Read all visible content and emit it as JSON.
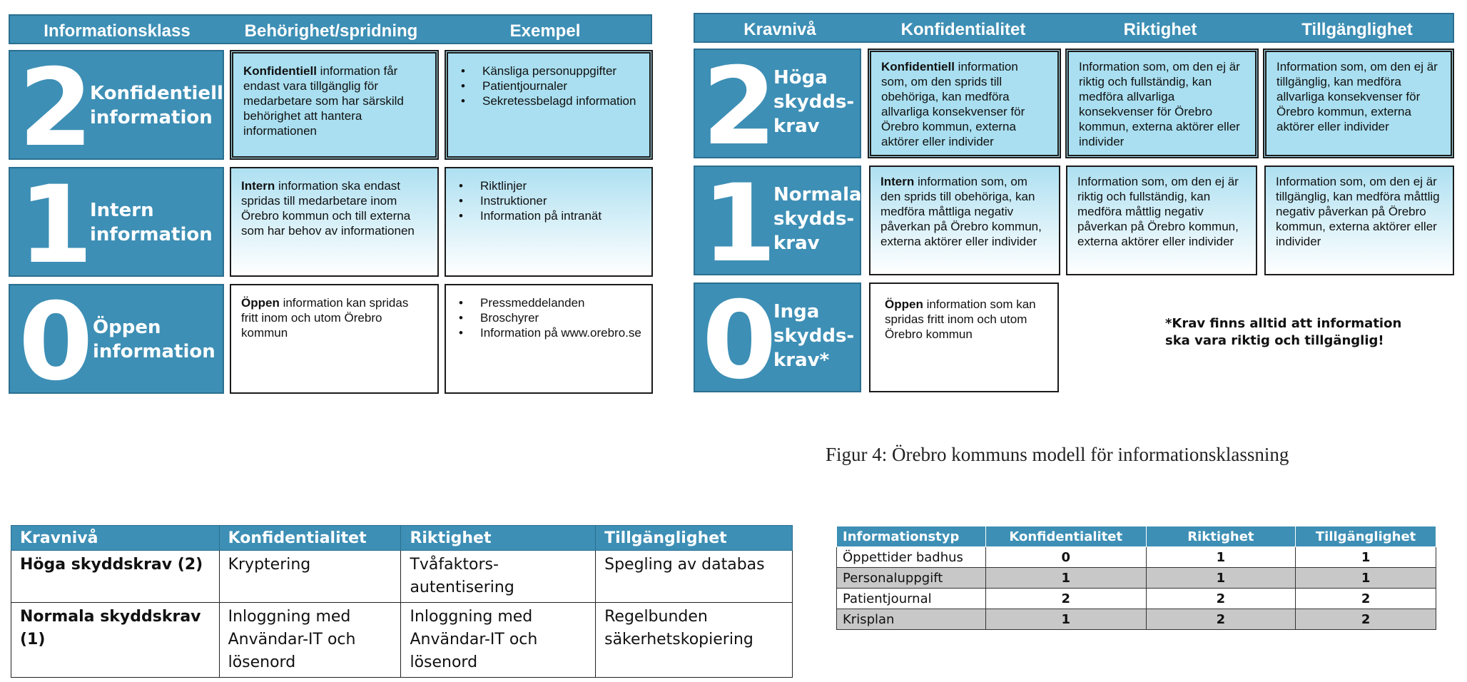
{
  "left_diagram": {
    "headers": [
      "Informationsklass",
      "Behörighet/spridning",
      "Exempel"
    ],
    "rows": [
      {
        "number": "2",
        "label": "Konfidentiell\ninformation",
        "desc_bold": "Konfidentiell",
        "desc_rest": " information får endast vara tillgänglig för medarbetare som har särskild behörighet att hantera informationen",
        "examples": [
          "Känsliga personuppgifter",
          "Patientjournaler",
          "Sekretessbelagd information"
        ]
      },
      {
        "number": "1",
        "label": "Intern\ninformation",
        "desc_bold": "Intern",
        "desc_rest": " information ska endast spridas till medarbetare inom Örebro kommun och till externa som har behov av informationen",
        "examples": [
          "Riktlinjer",
          "Instruktioner",
          "Information på intranät"
        ]
      },
      {
        "number": "0",
        "label": "Öppen\ninformation",
        "desc_bold": "Öppen",
        "desc_rest": " information kan spridas fritt inom och utom Örebro kommun",
        "examples": [
          "Pressmeddelanden",
          "Broschyrer",
          "Information på www.orebro.se"
        ]
      }
    ]
  },
  "right_diagram": {
    "headers": [
      "Kravnivå",
      "Konfidentialitet",
      "Riktighet",
      "Tillgänglighet"
    ],
    "rows": [
      {
        "number": "2",
        "label": "Höga\nskydds-\nkrav",
        "conf_bold": "Konfidentiell",
        "conf_rest": " information som, om den sprids till obehöriga, kan medföra allvarliga konsekvenser för Örebro kommun, externa aktörer eller individer",
        "riktighet": "Information som, om den ej är riktig och fullständig, kan medföra allvarliga konsekvenser för Örebro kommun, externa aktörer eller individer",
        "tillganglighet": "Information som, om den ej är tillgänglig, kan medföra allvarliga konsekvenser för Örebro kommun, externa aktörer eller individer"
      },
      {
        "number": "1",
        "label": "Normala\nskydds-\nkrav",
        "conf_bold": "Intern",
        "conf_rest": " information som, om den sprids till obehöriga, kan medföra måttliga negativ påverkan på Örebro kommun, externa aktörer eller individer",
        "riktighet": "Information som, om den ej är riktig och fullständig, kan medföra måttlig negativ påverkan på Örebro kommun, externa aktörer eller individer",
        "tillganglighet": "Information som, om den ej är tillgänglig, kan medföra måttlig negativ påverkan på Örebro kommun, externa aktörer eller individer"
      },
      {
        "number": "0",
        "label": "Inga\nskydds-\nkrav*",
        "conf_bold": "Öppen",
        "conf_rest": " information som kan spridas fritt inom och utom Örebro kommun"
      }
    ],
    "note_line1": "*Krav finns alltid att information",
    "note_line2": "ska vara riktig och tillgänglig!"
  },
  "caption": "Figur 4: Örebro kommuns modell för informationsklassning",
  "table_measures": {
    "headers": [
      "Kravnivå",
      "Konfidentialitet",
      "Riktighet",
      "Tillgänglighet"
    ],
    "rows": [
      {
        "level": "Höga skyddskrav (2)",
        "konf": [
          "Kryptering"
        ],
        "rikt": [
          "Tvåfaktors-",
          "autentisering"
        ],
        "till": [
          "Spegling av databas"
        ]
      },
      {
        "level": "Normala skyddskrav (1)",
        "konf": [
          "Inloggning med",
          "Användar-IT och",
          "lösenord"
        ],
        "rikt": [
          "Inloggning med",
          "Användar-IT och",
          "lösenord"
        ],
        "till": [
          "Regelbunden",
          "säkerhetskopiering"
        ]
      }
    ]
  },
  "table_types": {
    "headers": [
      "Informationstyp",
      "Konfidentialitet",
      "Riktighet",
      "Tillgänglighet"
    ],
    "rows": [
      {
        "type": "Öppettider badhus",
        "k": "0",
        "r": "1",
        "t": "1"
      },
      {
        "type": "Personaluppgift",
        "k": "1",
        "r": "1",
        "t": "1"
      },
      {
        "type": "Patientjournal",
        "k": "2",
        "r": "2",
        "t": "2"
      },
      {
        "type": "Krisplan",
        "k": "1",
        "r": "2",
        "t": "2"
      }
    ]
  }
}
